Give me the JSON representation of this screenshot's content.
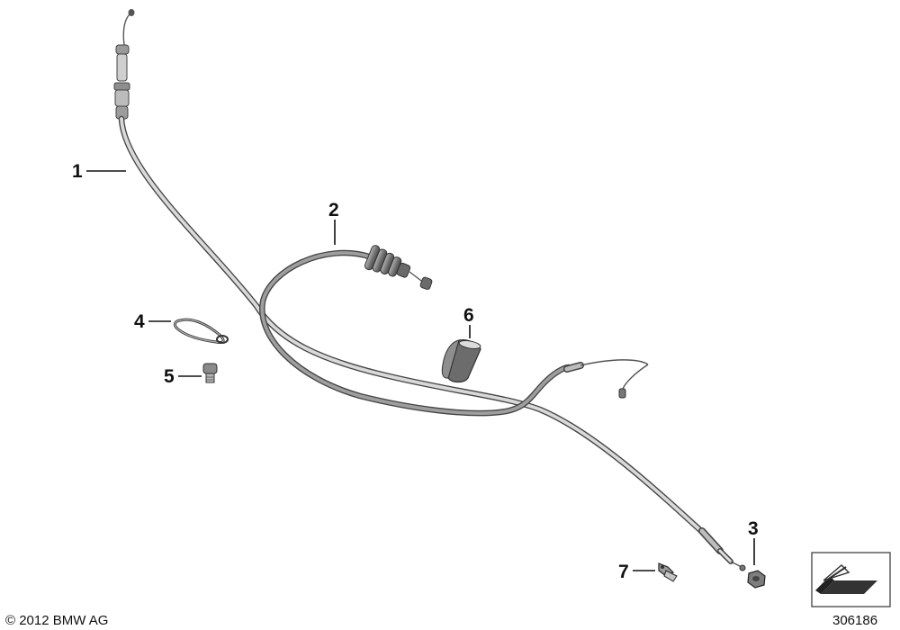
{
  "diagram": {
    "callouts": [
      {
        "id": "1",
        "label": "1"
      },
      {
        "id": "2",
        "label": "2"
      },
      {
        "id": "3",
        "label": "3"
      },
      {
        "id": "4",
        "label": "4"
      },
      {
        "id": "5",
        "label": "5"
      },
      {
        "id": "6",
        "label": "6"
      },
      {
        "id": "7",
        "label": "7"
      }
    ],
    "copyright": "© 2012 BMW AG",
    "image_number": "306186"
  }
}
